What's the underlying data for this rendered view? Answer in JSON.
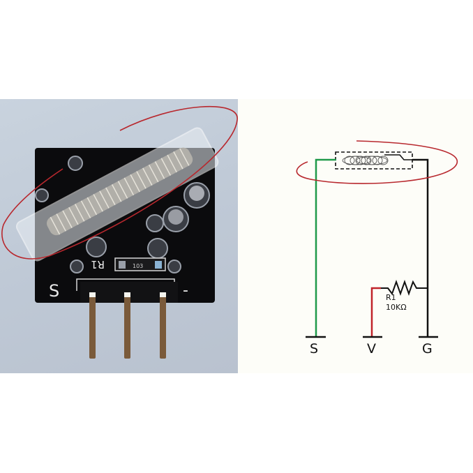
{
  "photo": {
    "subject": "knock sensor module",
    "silkscreen": {
      "signal_label": "S",
      "ground_label": "-",
      "resistor_ref": "R1",
      "resistor_code": "103"
    },
    "pins": 3
  },
  "schematic": {
    "switch": "spring-knock-switch",
    "resistor": {
      "ref": "R1",
      "value": "10KΩ"
    },
    "terminals": [
      {
        "label": "S",
        "wire_color": "#1f9a4a"
      },
      {
        "label": "V",
        "wire_color": "#c0242b"
      },
      {
        "label": "G",
        "wire_color": "#111111"
      }
    ]
  },
  "colors": {
    "highlight_ellipse": "#b8282e",
    "pcb": "#0b0b0d"
  }
}
